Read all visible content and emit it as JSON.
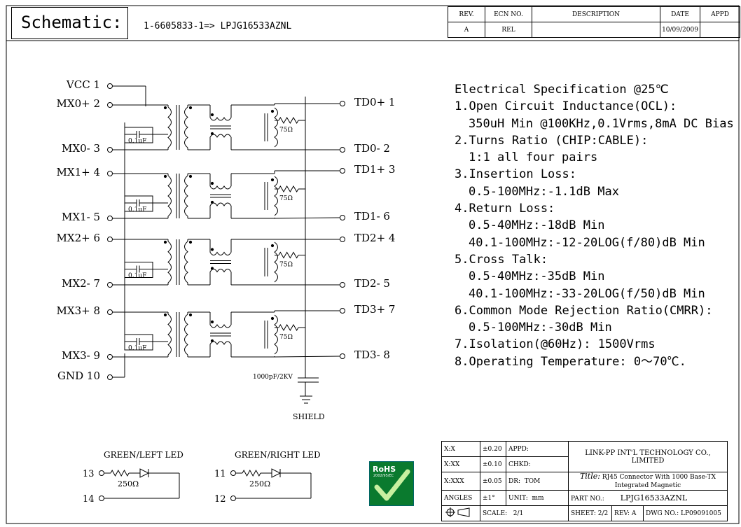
{
  "header": {
    "title": "Schematic:",
    "part_mapping": "1-6605833-1=> LPJG16533AZNL"
  },
  "revision_table": {
    "headers": [
      "REV.",
      "ECN NO.",
      "DESCRIPTION",
      "DATE",
      "APPD"
    ],
    "row": [
      "A",
      "REL",
      "",
      "10/09/2009",
      ""
    ]
  },
  "schematic": {
    "left_pins": [
      "VCC 1",
      "MX0+ 2",
      "MX0- 3",
      "MX1+ 4",
      "MX1- 5",
      "MX2+ 6",
      "MX2- 7",
      "MX3+ 8",
      "MX3- 9",
      "GND 10"
    ],
    "right_pins": [
      "TD0+ 1",
      "TD0- 2",
      "TD1+ 3",
      "TD1- 6",
      "TD2+ 4",
      "TD2- 5",
      "TD3+ 7",
      "TD3- 8"
    ],
    "cap_label": "0.1uF",
    "res_label": "75Ω",
    "hv_cap_label": "1000pF/2KV",
    "shield_label": "SHIELD"
  },
  "leds": {
    "left": {
      "title": "GREEN/LEFT LED",
      "pin_a": "13",
      "pin_b": "14",
      "resistor": "250Ω"
    },
    "right": {
      "title": "GREEN/RIGHT LED",
      "pin_a": "11",
      "pin_b": "12",
      "resistor": "250Ω"
    }
  },
  "specification": {
    "lines": [
      "Electrical Specification @25℃",
      "1.Open Circuit Inductance(OCL):",
      "350uH Min @100KHz,0.1Vrms,8mA DC Bias",
      "2.Turns Ratio (CHIP:CABLE):",
      "1:1 all four pairs",
      "3.Insertion Loss:",
      "0.5-100MHz:-1.1dB Max",
      "4.Return Loss:",
      "0.5-40MHz:-18dB Min",
      "40.1-100MHz:-12-20LOG(f/80)dB Min",
      "5.Cross Talk:",
      "0.5-40MHz:-35dB Min",
      "40.1-100MHz:-33-20LOG(f/50)dB Min",
      "6.Common Mode Rejection Ratio(CMRR):",
      "0.5-100MHz:-30dB Min",
      "7.Isolation(@60Hz): 1500Vrms",
      "8.Operating Temperature: 0～70℃."
    ]
  },
  "rohs": {
    "label": "RoHS",
    "sub": "2002/95/EC"
  },
  "title_block": {
    "tol_x": "X:X",
    "tol_x_val": "±0.20",
    "tol_xx": "X:XX",
    "tol_xx_val": "±0.10",
    "tol_xxx": "X:XXX",
    "tol_xxx_val": "±0.05",
    "angles": "ANGLES",
    "angles_val": "±1°",
    "appd": "APPD:",
    "chkd": "CHKD:",
    "dr": "DR:",
    "dr_val": "TOM",
    "unit": "UNIT:",
    "unit_val": "mm",
    "company": "LINK-PP INT'L TECHNOLOGY CO., LIMITED",
    "title_label": "Title:",
    "title_line1": "RJ45 Connector With 1000 Base-TX",
    "title_line2": "Integrated Magnetic",
    "part_no_label": "PART NO.:",
    "part_no": "LPJG16533AZNL",
    "scale_label": "SCALE:",
    "scale_val": "2/1",
    "sheet_label": "SHEET:",
    "sheet_val": "2/2",
    "rev_label": "REV:",
    "rev_val": "A",
    "dwg_label": "DWG NO.:",
    "dwg_val": "LP09091005"
  }
}
